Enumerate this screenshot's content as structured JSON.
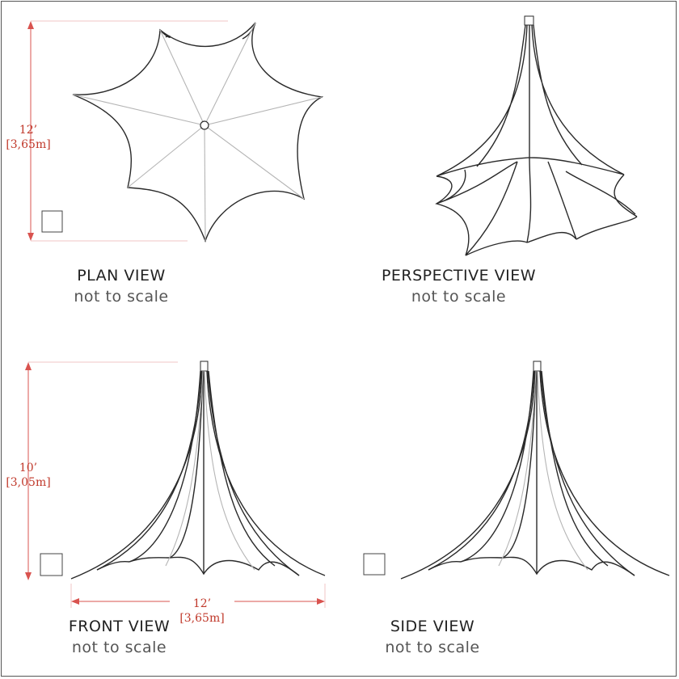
{
  "views": {
    "plan": {
      "title": "PLAN VIEW",
      "subtitle": "not to scale"
    },
    "perspective": {
      "title": "PERSPECTIVE VIEW",
      "subtitle": "not to scale"
    },
    "front": {
      "title": "FRONT VIEW",
      "subtitle": "not to scale"
    },
    "side": {
      "title": "SIDE VIEW",
      "subtitle": "not to scale"
    }
  },
  "dimensions": {
    "plan_width": {
      "imperial": "12’",
      "metric": "[3,65m]"
    },
    "front_height": {
      "imperial": "10’",
      "metric": "[3,05m]"
    },
    "front_width": {
      "imperial": "12’",
      "metric": "[3,65m]"
    }
  },
  "colors": {
    "dimension": "#c0392b",
    "line": "#2a2a2a",
    "frame": "#555555"
  }
}
